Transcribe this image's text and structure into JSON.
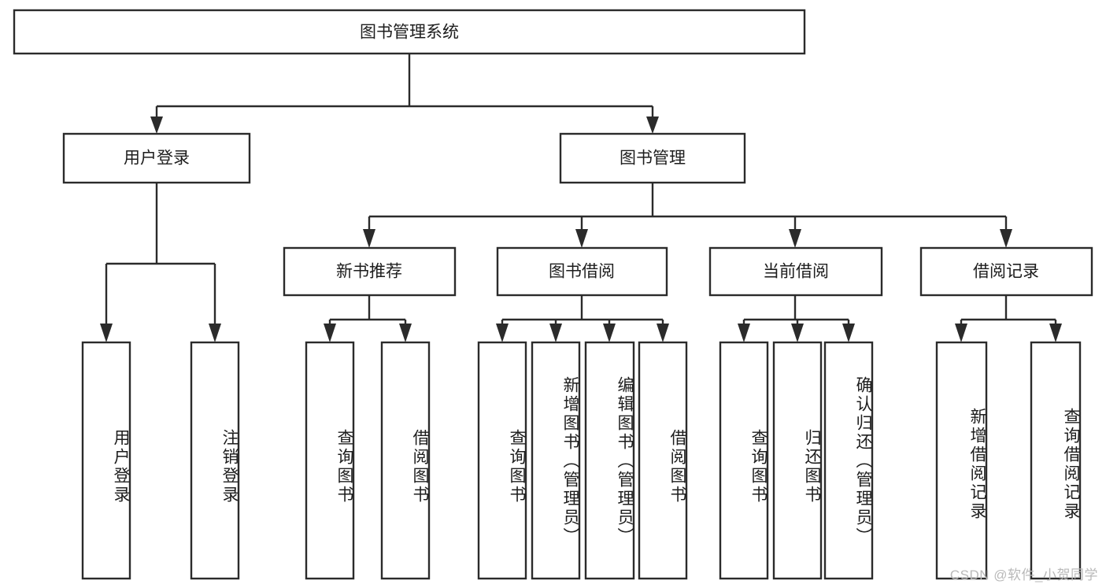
{
  "diagram": {
    "type": "tree-hierarchy",
    "title": "图书管理系统",
    "watermark": "CSDN @软件_小贺同学",
    "colors": {
      "background": "#ffffff",
      "box_fill": "#ffffff",
      "stroke": "#2b2b2b",
      "text": "#1d1d1d",
      "watermark": "#b9b9b9"
    },
    "levels": {
      "root": {
        "label": "图书管理系统",
        "orientation": "horizontal"
      },
      "level2": [
        {
          "label": "用户登录",
          "orientation": "horizontal"
        },
        {
          "label": "图书管理",
          "orientation": "horizontal"
        }
      ],
      "level3": [
        {
          "label": "新书推荐",
          "orientation": "horizontal"
        },
        {
          "label": "图书借阅",
          "orientation": "horizontal"
        },
        {
          "label": "当前借阅",
          "orientation": "horizontal"
        },
        {
          "label": "借阅记录",
          "orientation": "horizontal"
        }
      ],
      "leaves": {
        "user_login": [
          {
            "label": "用户登录",
            "orientation": "vertical"
          },
          {
            "label": "注销登录",
            "orientation": "vertical"
          }
        ],
        "new_book_recommend": [
          {
            "label": "查询图书",
            "orientation": "vertical"
          },
          {
            "label": "借阅图书",
            "orientation": "vertical"
          }
        ],
        "book_borrow": [
          {
            "label": "查询图书",
            "orientation": "vertical"
          },
          {
            "label": "新增图书（管理员）",
            "orientation": "vertical"
          },
          {
            "label": "编辑图书（管理员）",
            "orientation": "vertical"
          },
          {
            "label": "借阅图书",
            "orientation": "vertical"
          }
        ],
        "current_borrow": [
          {
            "label": "查询图书",
            "orientation": "vertical"
          },
          {
            "label": "归还图书",
            "orientation": "vertical"
          },
          {
            "label": "确认归还（管理员）",
            "orientation": "vertical"
          }
        ],
        "borrow_record": [
          {
            "label": "新增借阅记录",
            "orientation": "vertical"
          },
          {
            "label": "查询借阅记录",
            "orientation": "vertical"
          }
        ]
      }
    },
    "edges": [
      {
        "from": "图书管理系统",
        "to": "用户登录"
      },
      {
        "from": "图书管理系统",
        "to": "图书管理"
      },
      {
        "from": "用户登录",
        "to": "用户登录"
      },
      {
        "from": "用户登录",
        "to": "注销登录"
      },
      {
        "from": "图书管理",
        "to": "新书推荐"
      },
      {
        "from": "图书管理",
        "to": "图书借阅"
      },
      {
        "from": "图书管理",
        "to": "当前借阅"
      },
      {
        "from": "图书管理",
        "to": "借阅记录"
      },
      {
        "from": "新书推荐",
        "to": "查询图书"
      },
      {
        "from": "新书推荐",
        "to": "借阅图书"
      },
      {
        "from": "图书借阅",
        "to": "查询图书"
      },
      {
        "from": "图书借阅",
        "to": "新增图书（管理员）"
      },
      {
        "from": "图书借阅",
        "to": "编辑图书（管理员）"
      },
      {
        "from": "图书借阅",
        "to": "借阅图书"
      },
      {
        "from": "当前借阅",
        "to": "查询图书"
      },
      {
        "from": "当前借阅",
        "to": "归还图书"
      },
      {
        "from": "当前借阅",
        "to": "确认归还（管理员）"
      },
      {
        "from": "借阅记录",
        "to": "新增借阅记录"
      },
      {
        "from": "借阅记录",
        "to": "查询借阅记录"
      }
    ]
  }
}
